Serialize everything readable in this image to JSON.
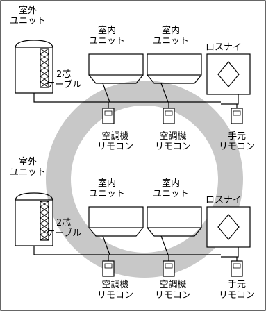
{
  "systems": [
    {
      "outdoor_unit_label": "室外\nユニット",
      "cable_label": "2芯\nケーブル",
      "indoor_units": [
        {
          "label": "室内\nユニット",
          "remote_label": "空調機\nリモコン"
        },
        {
          "label": "室内\nユニット",
          "remote_label": "空調機\nリモコン"
        }
      ],
      "ventilator": {
        "label": "ロスナイ",
        "remote_label": "手元\nリモコン"
      }
    },
    {
      "outdoor_unit_label": "室外\nユニット",
      "cable_label": "2芯\nケーブル",
      "indoor_units": [
        {
          "label": "室内\nユニット",
          "remote_label": "空調機\nリモコン"
        },
        {
          "label": "室内\nユニット",
          "remote_label": "空調機\nリモコン"
        }
      ],
      "ventilator": {
        "label": "ロスナイ",
        "remote_label": "手元\nリモコン"
      }
    }
  ],
  "watermark_color": "#c8c8c8"
}
